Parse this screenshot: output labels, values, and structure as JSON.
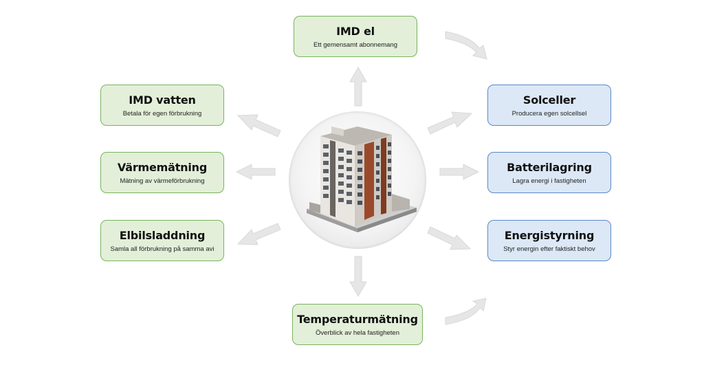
{
  "nodes": {
    "imd_el": {
      "title": "IMD el",
      "subtitle": "Ett gemensamt abonnemang"
    },
    "imd_vatten": {
      "title": "IMD vatten",
      "subtitle": "Betala för egen förbrukning"
    },
    "varmematning": {
      "title": "Värmemätning",
      "subtitle": "Mätning av värmeförbrukning"
    },
    "elbilsladdning": {
      "title": "Elbilsladdning",
      "subtitle": "Samla all förbrukning på samma avi"
    },
    "solceller": {
      "title": "Solceller",
      "subtitle": "Producera egen solcellsel"
    },
    "batterilagring": {
      "title": "Batterilagring",
      "subtitle": "Lagra energi i fastigheten"
    },
    "energistyrning": {
      "title": "Energistyrning",
      "subtitle": "Styr energin efter faktiskt behov"
    },
    "temperatur": {
      "title": "Temperaturmätning",
      "subtitle": "Överblick av hela fastigheten"
    }
  },
  "colors": {
    "green_fill": "#e3efd9",
    "green_border": "#76b45c",
    "blue_fill": "#dce8f6",
    "blue_border": "#5b87c6",
    "arrow": "#e6e6e6",
    "arrow_stroke": "#d6d6d6"
  }
}
